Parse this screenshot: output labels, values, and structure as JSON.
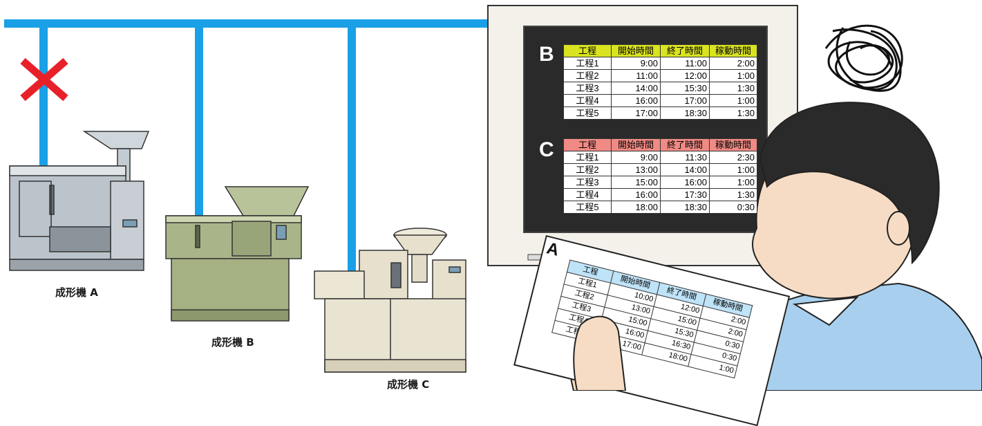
{
  "machines": [
    {
      "label": "成形機 A"
    },
    {
      "label": "成形機 B"
    },
    {
      "label": "成形機 C"
    }
  ],
  "screen": {
    "tables": [
      {
        "letter": "B",
        "headers": [
          "工程",
          "開始時間",
          "終了時間",
          "稼動時間"
        ],
        "rows": [
          [
            "工程1",
            "9:00",
            "11:00",
            "2:00"
          ],
          [
            "工程2",
            "11:00",
            "12:00",
            "1:00"
          ],
          [
            "工程3",
            "14:00",
            "15:30",
            "1:30"
          ],
          [
            "工程4",
            "16:00",
            "17:00",
            "1:00"
          ],
          [
            "工程5",
            "17:00",
            "18:30",
            "1:30"
          ]
        ]
      },
      {
        "letter": "C",
        "headers": [
          "工程",
          "開始時間",
          "終了時間",
          "稼動時間"
        ],
        "rows": [
          [
            "工程1",
            "9:00",
            "11:30",
            "2:30"
          ],
          [
            "工程2",
            "13:00",
            "14:00",
            "1:00"
          ],
          [
            "工程3",
            "15:00",
            "16:00",
            "1:00"
          ],
          [
            "工程4",
            "16:00",
            "17:30",
            "1:30"
          ],
          [
            "工程5",
            "18:00",
            "18:30",
            "0:30"
          ]
        ]
      }
    ]
  },
  "paper": {
    "letter": "A",
    "headers": [
      "工程",
      "開始時間",
      "終了時間",
      "稼動時間"
    ],
    "rows": [
      [
        "工程1",
        "10:00",
        "12:00",
        "2:00"
      ],
      [
        "工程2",
        "13:00",
        "15:00",
        "2:00"
      ],
      [
        "工程3",
        "15:00",
        "15:30",
        "0:30"
      ],
      [
        "工程4",
        "16:00",
        "16:30",
        "0:30"
      ],
      [
        "工程5",
        "17:00",
        "18:00",
        "1:00"
      ]
    ]
  },
  "colors": {
    "network_line": "#19a0e6",
    "error_mark": "#e8202a",
    "table_b_header": "#d9e31f",
    "table_c_header": "#f08a84",
    "table_a_header": "#bfe3f7",
    "shirt": "#a8d0ee",
    "hair": "#2a2a2a",
    "skin": "#f6dcc4"
  },
  "icons": {
    "disconnected": "x-mark-icon",
    "confusion": "scribble-icon"
  }
}
